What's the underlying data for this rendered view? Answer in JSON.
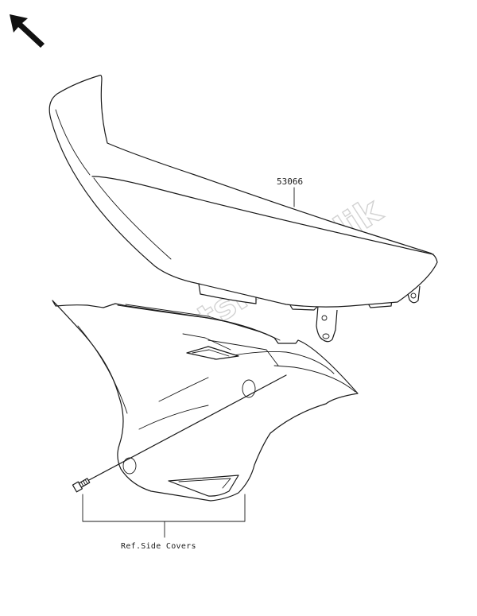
{
  "parts": [
    {
      "number": "53066",
      "name": "seat"
    }
  ],
  "reference": {
    "label": "Ref.Side Covers"
  },
  "watermark": {
    "text": "PartsRepublik"
  },
  "icons": {
    "orientation": "arrow-up-left-icon",
    "bolt": "bolt-icon",
    "gear": "gear-icon"
  },
  "colors": {
    "line": "#1a1a1a",
    "watermark": "#d2d2d2",
    "background": "#ffffff"
  }
}
